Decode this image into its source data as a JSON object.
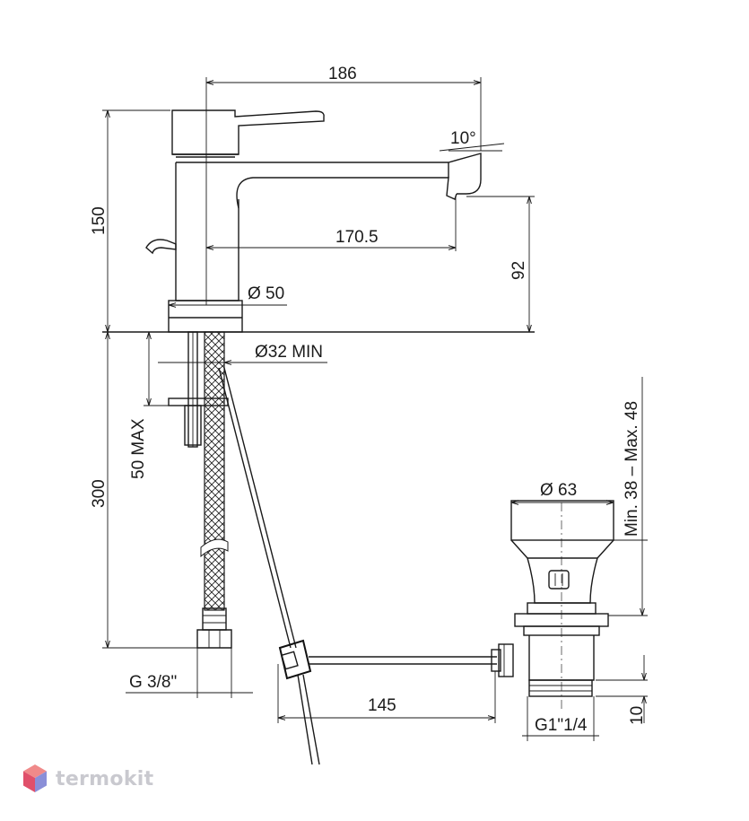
{
  "dimensions": {
    "width_top": "186",
    "spout_reach": "170.5",
    "angle": "10°",
    "height_total": "150",
    "spout_height": "92",
    "base_diameter": "Ø 50",
    "hole_diameter": "Ø32 MIN",
    "deck_thickness": "50 MAX",
    "hose_length": "300",
    "hose_thread": "G 3/8\"",
    "rod_length": "145",
    "waste_diameter": "Ø 63",
    "waste_thickness_range": "Min. 38 – Max. 48",
    "waste_thread": "G1\"1/4",
    "waste_tail": "10"
  },
  "brand": {
    "name": "termokit",
    "logo_icon": "hexagon-cube-icon",
    "colors": {
      "top": "#f08a8a",
      "left": "#e0506a",
      "right": "#8a8fd8"
    }
  }
}
